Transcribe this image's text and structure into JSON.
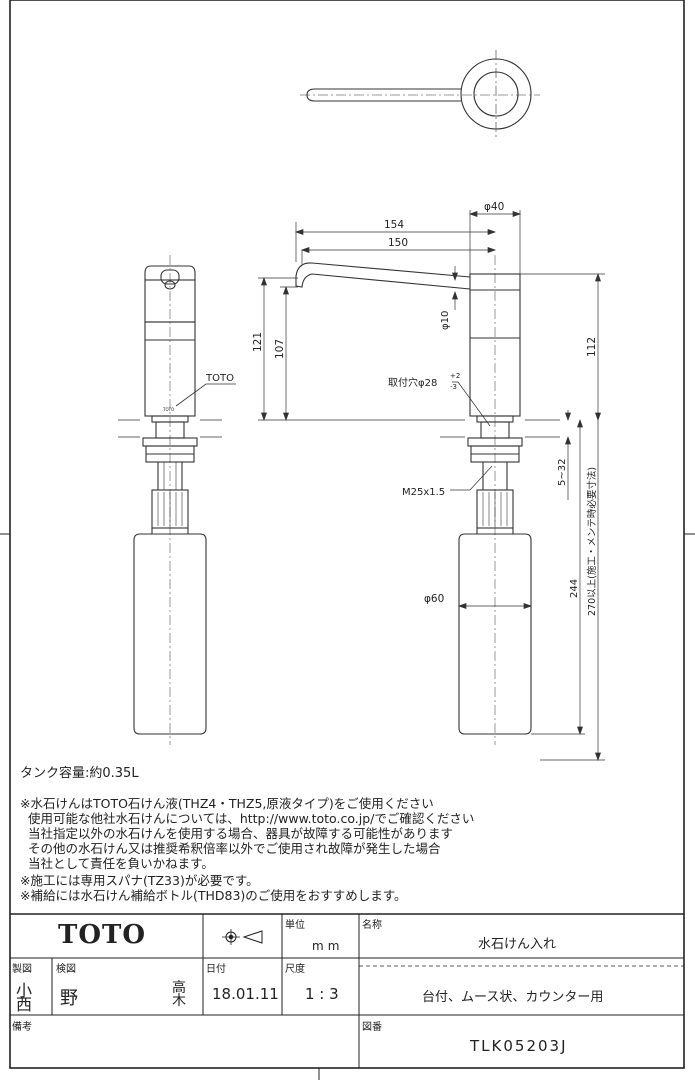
{
  "drawing": {
    "labels": {
      "brand_mark": "TOTO",
      "dim_154": "154",
      "dim_150": "150",
      "dim_d40": "φ40",
      "dim_d10": "φ10",
      "dim_121": "121",
      "dim_107": "107",
      "dim_112": "112",
      "mount_hole": "取付穴φ28",
      "mount_tol_plus": "+2",
      "mount_tol_minus": "-3",
      "dim_5_32": "5~32",
      "thread": "M25x1.5",
      "dim_244": "244",
      "dim_270": "270以上(施工・メンテ時必要寸法)",
      "dim_d60": "φ60"
    }
  },
  "notes": {
    "tank": "タンク容量:約0.35L",
    "line1": "※水石けんはTOTO石けん液(THZ4・THZ5,原液タイプ)をご使用ください",
    "line2": "  使用可能な他社水石けんについては、http://www.toto.co.jp/でご確認ください",
    "line3": "  当社指定以外の水石けんを使用する場合、器具が故障する可能性があります",
    "line4": "  その他の水石けん又は推奨希釈倍率以外でご使用され故障が発生した場合",
    "line5": "  当社として責任を負いかねます。",
    "line6": "※施工には専用スパナ(TZ33)が必要です。",
    "line7": "※補給には水石けん補給ボトル(THD83)のご使用をおすすめします。"
  },
  "title_block": {
    "company": "TOTO",
    "unit_label": "単位",
    "unit_value": "mm",
    "name_label": "名称",
    "name_value": "水石けん入れ",
    "made_label": "製図",
    "check_label": "検図",
    "made_by": "小西",
    "checked_by": "野",
    "approved_by": "高木",
    "date_label": "日付",
    "date_value": "18.01.11",
    "scale_label": "尺度",
    "scale_value": "1 : 3",
    "desc_value": "台付、ムース状、カウンター用",
    "remarks_label": "備考",
    "number_label": "図番",
    "number_value": "TLK05203J"
  }
}
